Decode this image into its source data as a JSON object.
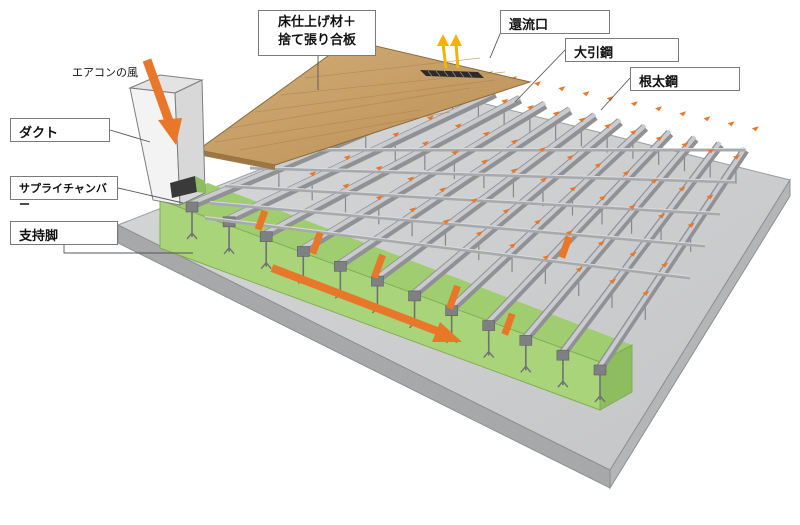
{
  "labels": {
    "aircon_wind": "エアコンの風",
    "duct": "ダクト",
    "supply_chamber": "サプライチャンバー",
    "support_leg": "支持脚",
    "floor_finish_line1": "床仕上げ材＋",
    "floor_finish_line2": "捨て張り合板",
    "return_vent": "還流口",
    "main_steel": "大引鋼",
    "joist_steel": "根太鋼"
  },
  "colors": {
    "chamber_green": "#a9d47a",
    "chamber_green_dark": "#8dbd5e",
    "airflow_orange": "#e8772a",
    "return_air_yellow": "#f2b400",
    "wood": "#c9a36a",
    "slab": "#cfd0d1",
    "steel": "#b7b9bc"
  }
}
